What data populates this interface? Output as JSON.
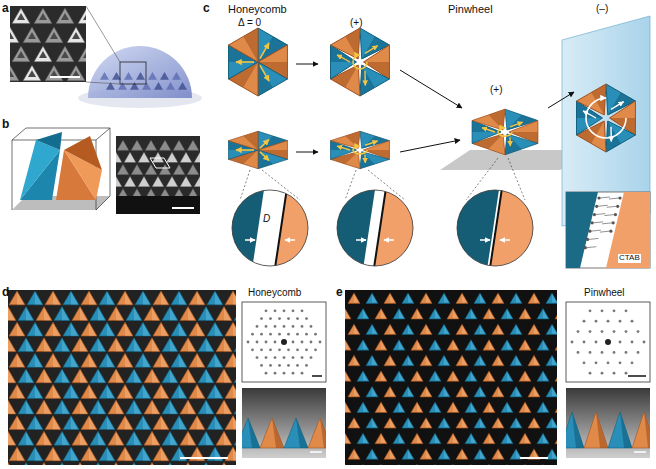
{
  "diagram": {
    "labels": [
      "a",
      "b",
      "c",
      "Honeycomb",
      "Pinwheel",
      "Δ = 0",
      "(+)",
      "(+)",
      "(–)",
      "D",
      "CTAB",
      "d",
      "Honeycomb",
      "e",
      "Pinwheel"
    ]
  }
}
